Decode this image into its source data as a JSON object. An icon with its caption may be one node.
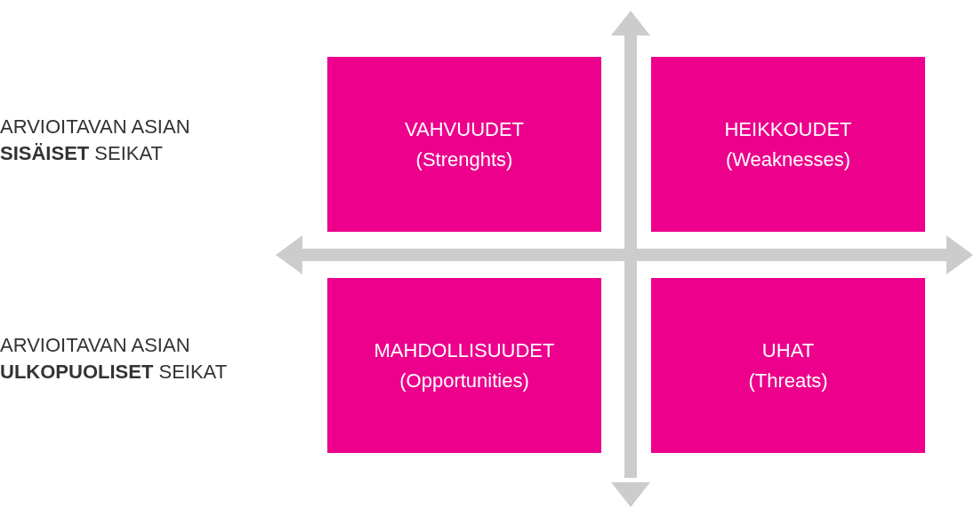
{
  "diagram": {
    "nodes": [
      {
        "text": [
          "VAHVUUDET",
          "(Strenghts)"
        ]
      },
      {
        "text": [
          "HEIKKOUDET",
          "(Weaknesses)"
        ]
      },
      {
        "text": [
          "MAHDOLLISUUDET",
          "(Opportunities)"
        ]
      },
      {
        "text": [
          "UHAT",
          "(Threats)"
        ]
      }
    ],
    "labels": [
      "ARVIOITAVAN ASIAN **SISÄISET** SEIKAT",
      "ARVIOITAVAN ASIAN **ULKOPUOLISET** SEIKAT"
    ]
  }
}
